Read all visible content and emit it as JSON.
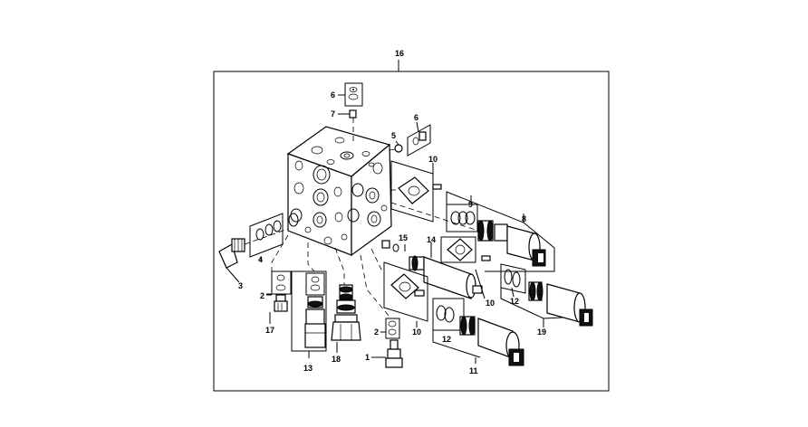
{
  "diagram": {
    "callouts": {
      "c16": "16",
      "c6a": "6",
      "c7": "7",
      "c5": "5",
      "c6b": "6",
      "c10a": "10",
      "c9": "9",
      "c8": "8",
      "c15": "15",
      "c14": "14",
      "c4": "4",
      "c3": "3",
      "c2a": "2",
      "c17": "17",
      "c13": "13",
      "c18": "18",
      "c2b": "2",
      "c1": "1",
      "c10b": "10",
      "c12a": "12",
      "c10c": "10",
      "c12b": "12",
      "c11": "11",
      "c19": "19"
    }
  }
}
